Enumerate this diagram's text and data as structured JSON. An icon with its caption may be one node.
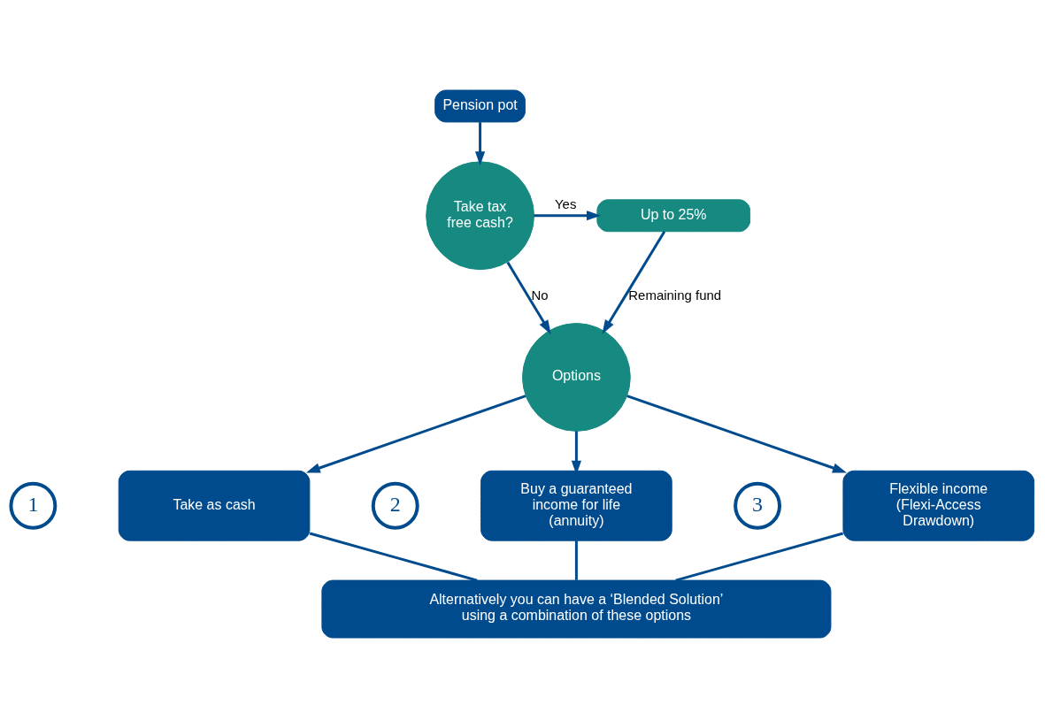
{
  "diagram": {
    "nodes": [
      {
        "text": [
          "Pension pot"
        ]
      },
      {
        "text": [
          "Take tax free cash?"
        ]
      },
      {
        "text": [
          "Up to 25%"
        ]
      },
      {
        "text": [
          "Options"
        ]
      },
      {
        "text": [
          "1"
        ]
      },
      {
        "text": [
          "Take as cash"
        ]
      },
      {
        "text": [
          "2"
        ]
      },
      {
        "text": [
          "Buy a guaranteed income for life (annuity)"
        ]
      },
      {
        "text": [
          "3"
        ]
      },
      {
        "text": [
          "Flexible income (Flexi-Access Drawdown)"
        ]
      },
      {
        "text": [
          "Alternatively you can have a ‘Blended Solution’ using a combination of these options"
        ]
      }
    ],
    "edges": [
      {
        "from": 0,
        "to": 1,
        "arrow": "to"
      },
      {
        "from": 1,
        "to": 2,
        "arrow": "to",
        "label": "Yes"
      },
      {
        "from": 1,
        "to": 3,
        "arrow": "to",
        "label": "No"
      },
      {
        "from": 2,
        "to": 3,
        "arrow": "to",
        "label": "Remaining fund"
      },
      {
        "from": 3,
        "to": 5,
        "arrow": "to"
      },
      {
        "from": 3,
        "to": 7,
        "arrow": "to"
      },
      {
        "from": 3,
        "to": 9,
        "arrow": "to"
      },
      {
        "from": 5,
        "to": 10,
        "arrow": "none"
      },
      {
        "from": 7,
        "to": 10,
        "arrow": "none"
      },
      {
        "from": 9,
        "to": 10,
        "arrow": "none"
      }
    ]
  }
}
